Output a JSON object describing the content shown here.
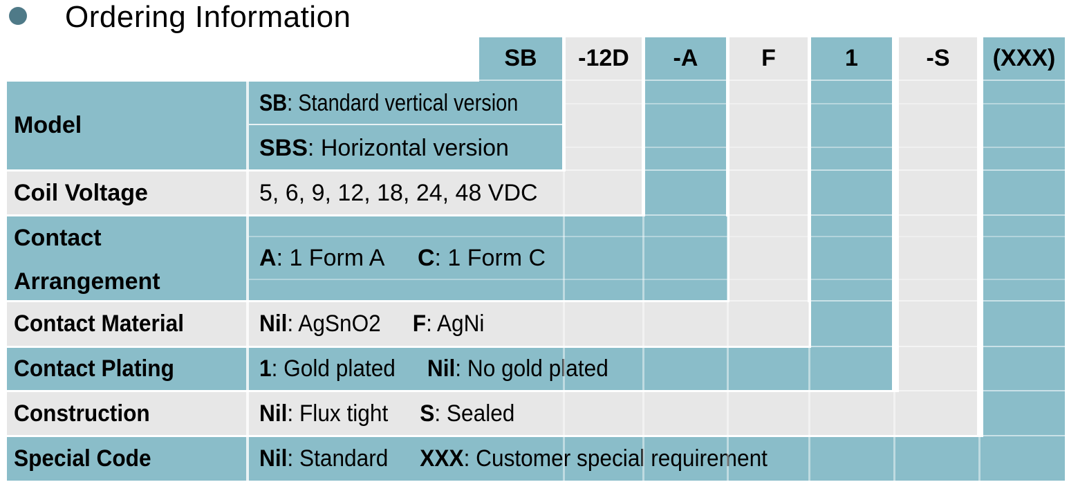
{
  "title": "Ordering Information",
  "part_number_example": {
    "segments": [
      "SB",
      "-12D",
      "-A",
      "F",
      "1",
      "-S",
      "(XXX)"
    ]
  },
  "table": {
    "rows": [
      {
        "label": "Model",
        "lines": [
          {
            "parts": [
              {
                "code": "SB",
                "desc": ": Standard vertical version"
              }
            ]
          },
          {
            "parts": [
              {
                "code": "SBS",
                "desc": ": Horizontal version"
              }
            ]
          }
        ]
      },
      {
        "label": "Coil Voltage",
        "lines": [
          {
            "parts": [
              {
                "code": "",
                "desc": "5, 6, 9, 12, 18, 24, 48 VDC"
              }
            ]
          }
        ]
      },
      {
        "label": "Contact Arrangement",
        "label_lines": [
          "Contact",
          "Arrangement"
        ],
        "lines": [
          {
            "parts": [
              {
                "code": "A",
                "desc": ": 1 Form A"
              },
              {
                "code": "C",
                "desc": ": 1 Form C"
              }
            ]
          }
        ]
      },
      {
        "label": "Contact Material",
        "lines": [
          {
            "parts": [
              {
                "code": "Nil",
                "desc": ": AgSnO2"
              },
              {
                "code": "F",
                "desc": ": AgNi"
              }
            ]
          }
        ]
      },
      {
        "label": "Contact Plating",
        "lines": [
          {
            "parts": [
              {
                "code": "1",
                "desc": ": Gold plated"
              },
              {
                "code": "Nil",
                "desc": ": No gold plated"
              }
            ]
          }
        ]
      },
      {
        "label": "Construction",
        "lines": [
          {
            "parts": [
              {
                "code": "Nil",
                "desc": ": Flux tight"
              },
              {
                "code": "S",
                "desc": ": Sealed"
              }
            ]
          }
        ]
      },
      {
        "label": "Special Code",
        "lines": [
          {
            "parts": [
              {
                "code": "Nil",
                "desc": ": Standard"
              },
              {
                "code": "XXX",
                "desc": ": Customer special requirement"
              }
            ]
          }
        ]
      }
    ]
  },
  "colors": {
    "teal": "#8abdc9",
    "gray": "#e7e7e7",
    "bullet": "#4f7a88",
    "text": "#000000"
  }
}
